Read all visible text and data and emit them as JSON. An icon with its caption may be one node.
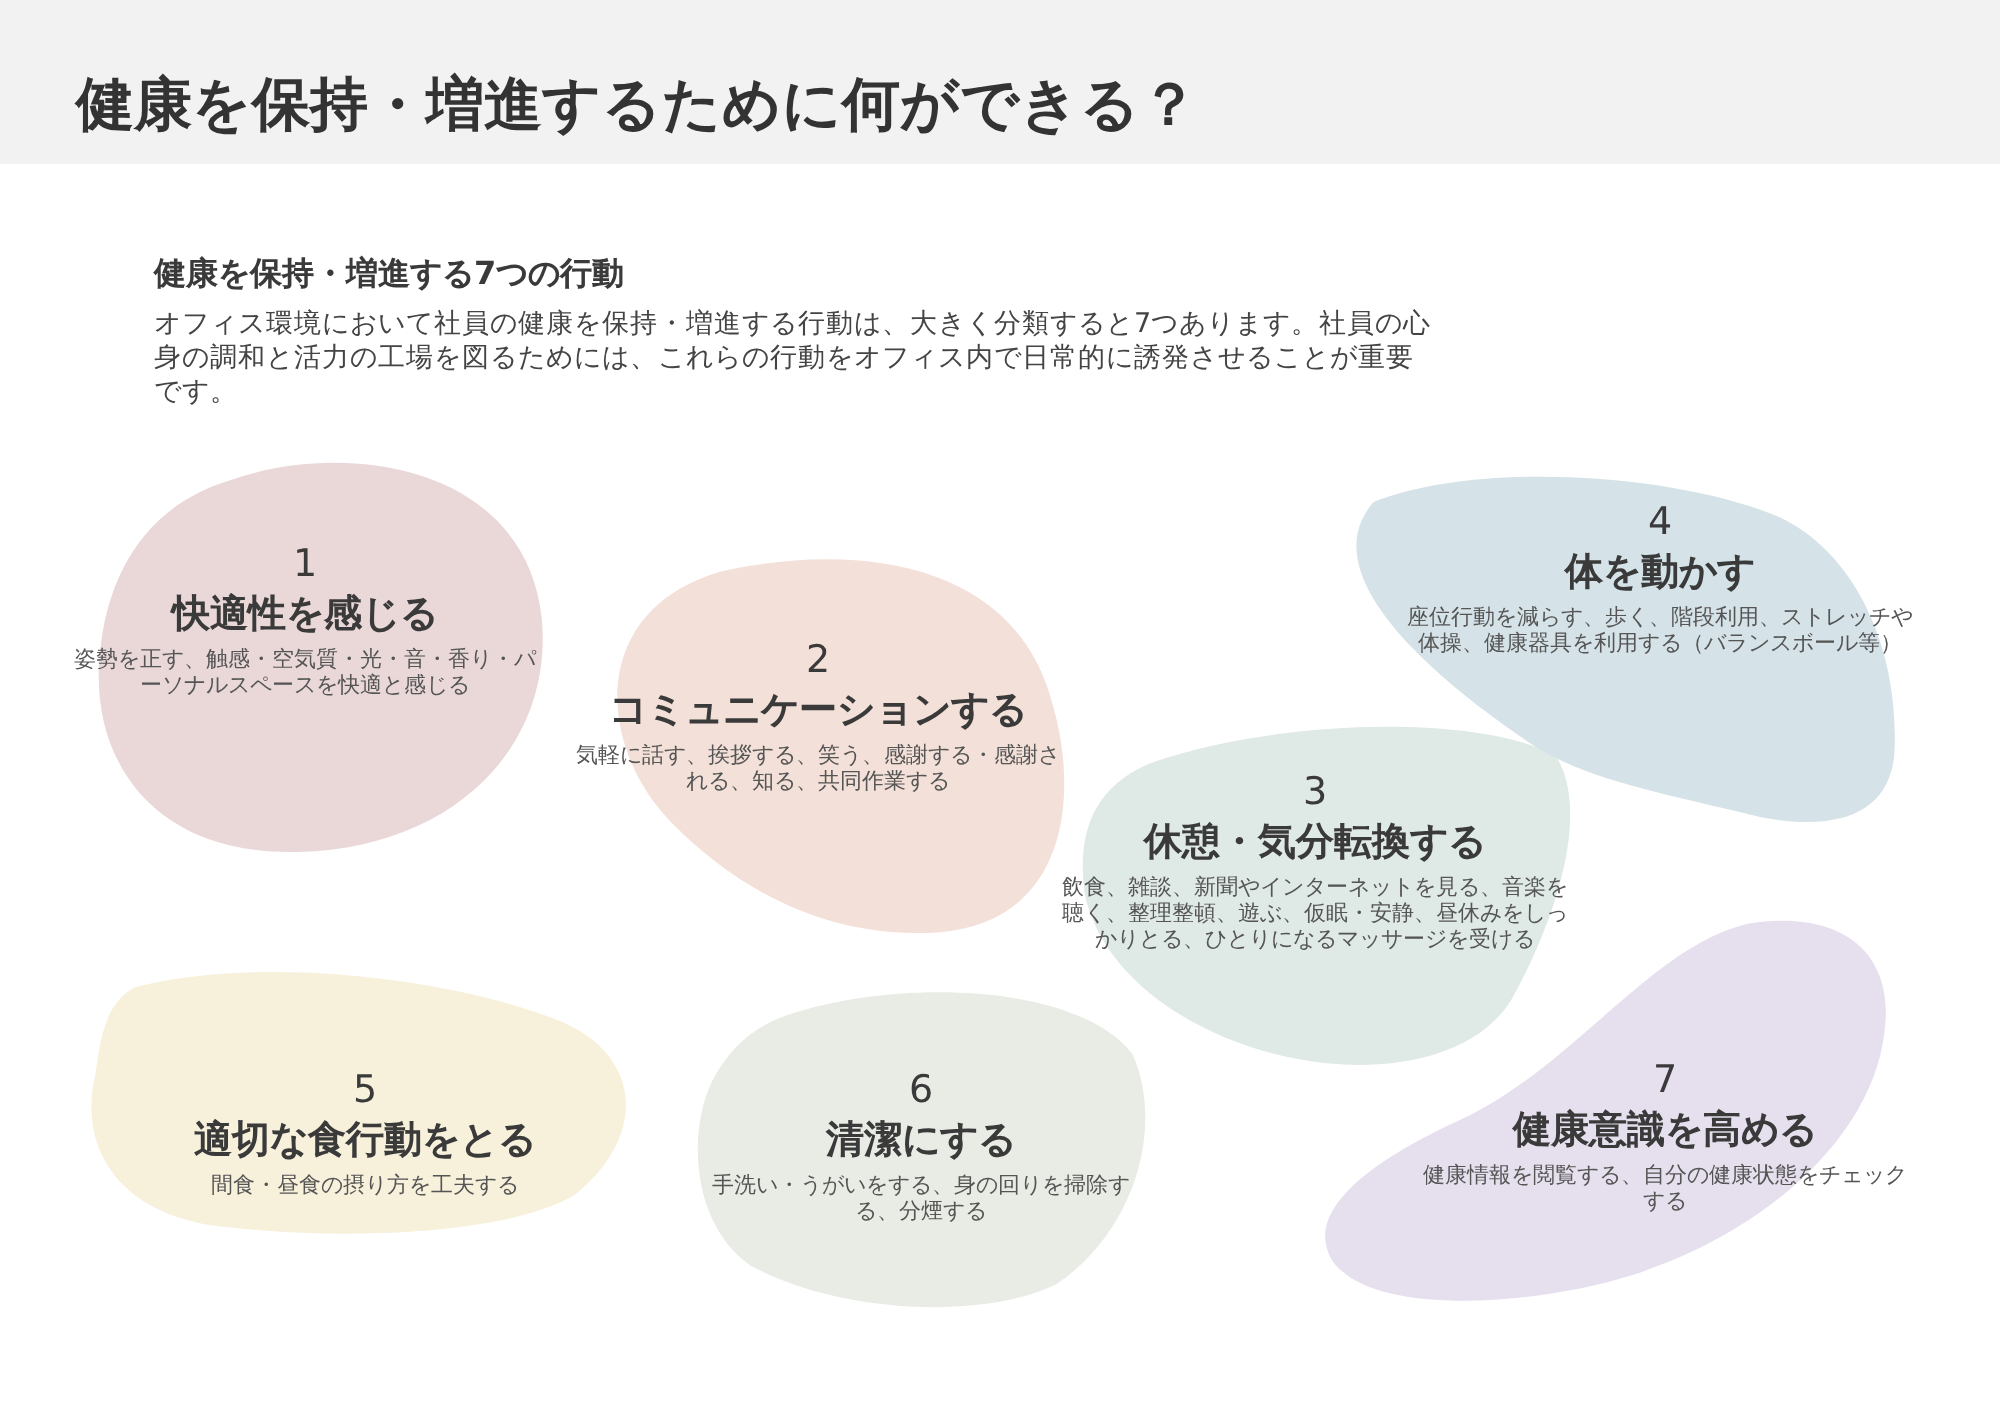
{
  "diagram": {
    "title": "健康を保持・増進するために何ができる？",
    "nodes": [
      {
        "text": [
          "1",
          "快適性を感じる",
          "姿勢を正す、触感・空気質・光・音・香り・パーソナルスペースを快適と感じる"
        ]
      },
      {
        "text": [
          "2",
          "コミュニケーションする",
          "気軽に話す、挨拶する、笑う、感謝する・感謝される、知る、共同作業する"
        ]
      },
      {
        "text": [
          "3",
          "休憩・気分転換する",
          "飲食、雑談、新聞やインターネットを見る、音楽を聴く、整理整頓、遊ぶ、仮眠・安静、昼休みをしっかりとる、ひとりになるマッサージを受ける"
        ]
      },
      {
        "text": [
          "4",
          "体を動かす",
          "座位行動を減らす、歩く、階段利用、ストレッチや体操、健康器具を利用する（バランスボール等）"
        ]
      },
      {
        "text": [
          "5",
          "適切な食行動をとる",
          "間食・昼食の摂り方を工夫する"
        ]
      },
      {
        "text": [
          "6",
          "清潔にする",
          "手洗い・うがいをする、身の回りを掃除する、分煙する"
        ]
      },
      {
        "text": [
          "7",
          "健康意識を高める",
          "健康情報を閲覧する、自分の健康状態をチェックする"
        ]
      }
    ],
    "labels": [
      "健康を保持・増進する7つの行動",
      "オフィス環境において社員の健康を保持・増進する行動は、大きく分類すると7つあります。社員の心身の調和と活力の工場を図るためには、これらの行動をオフィス内で日常的に誘発させることが重要です。"
    ]
  }
}
